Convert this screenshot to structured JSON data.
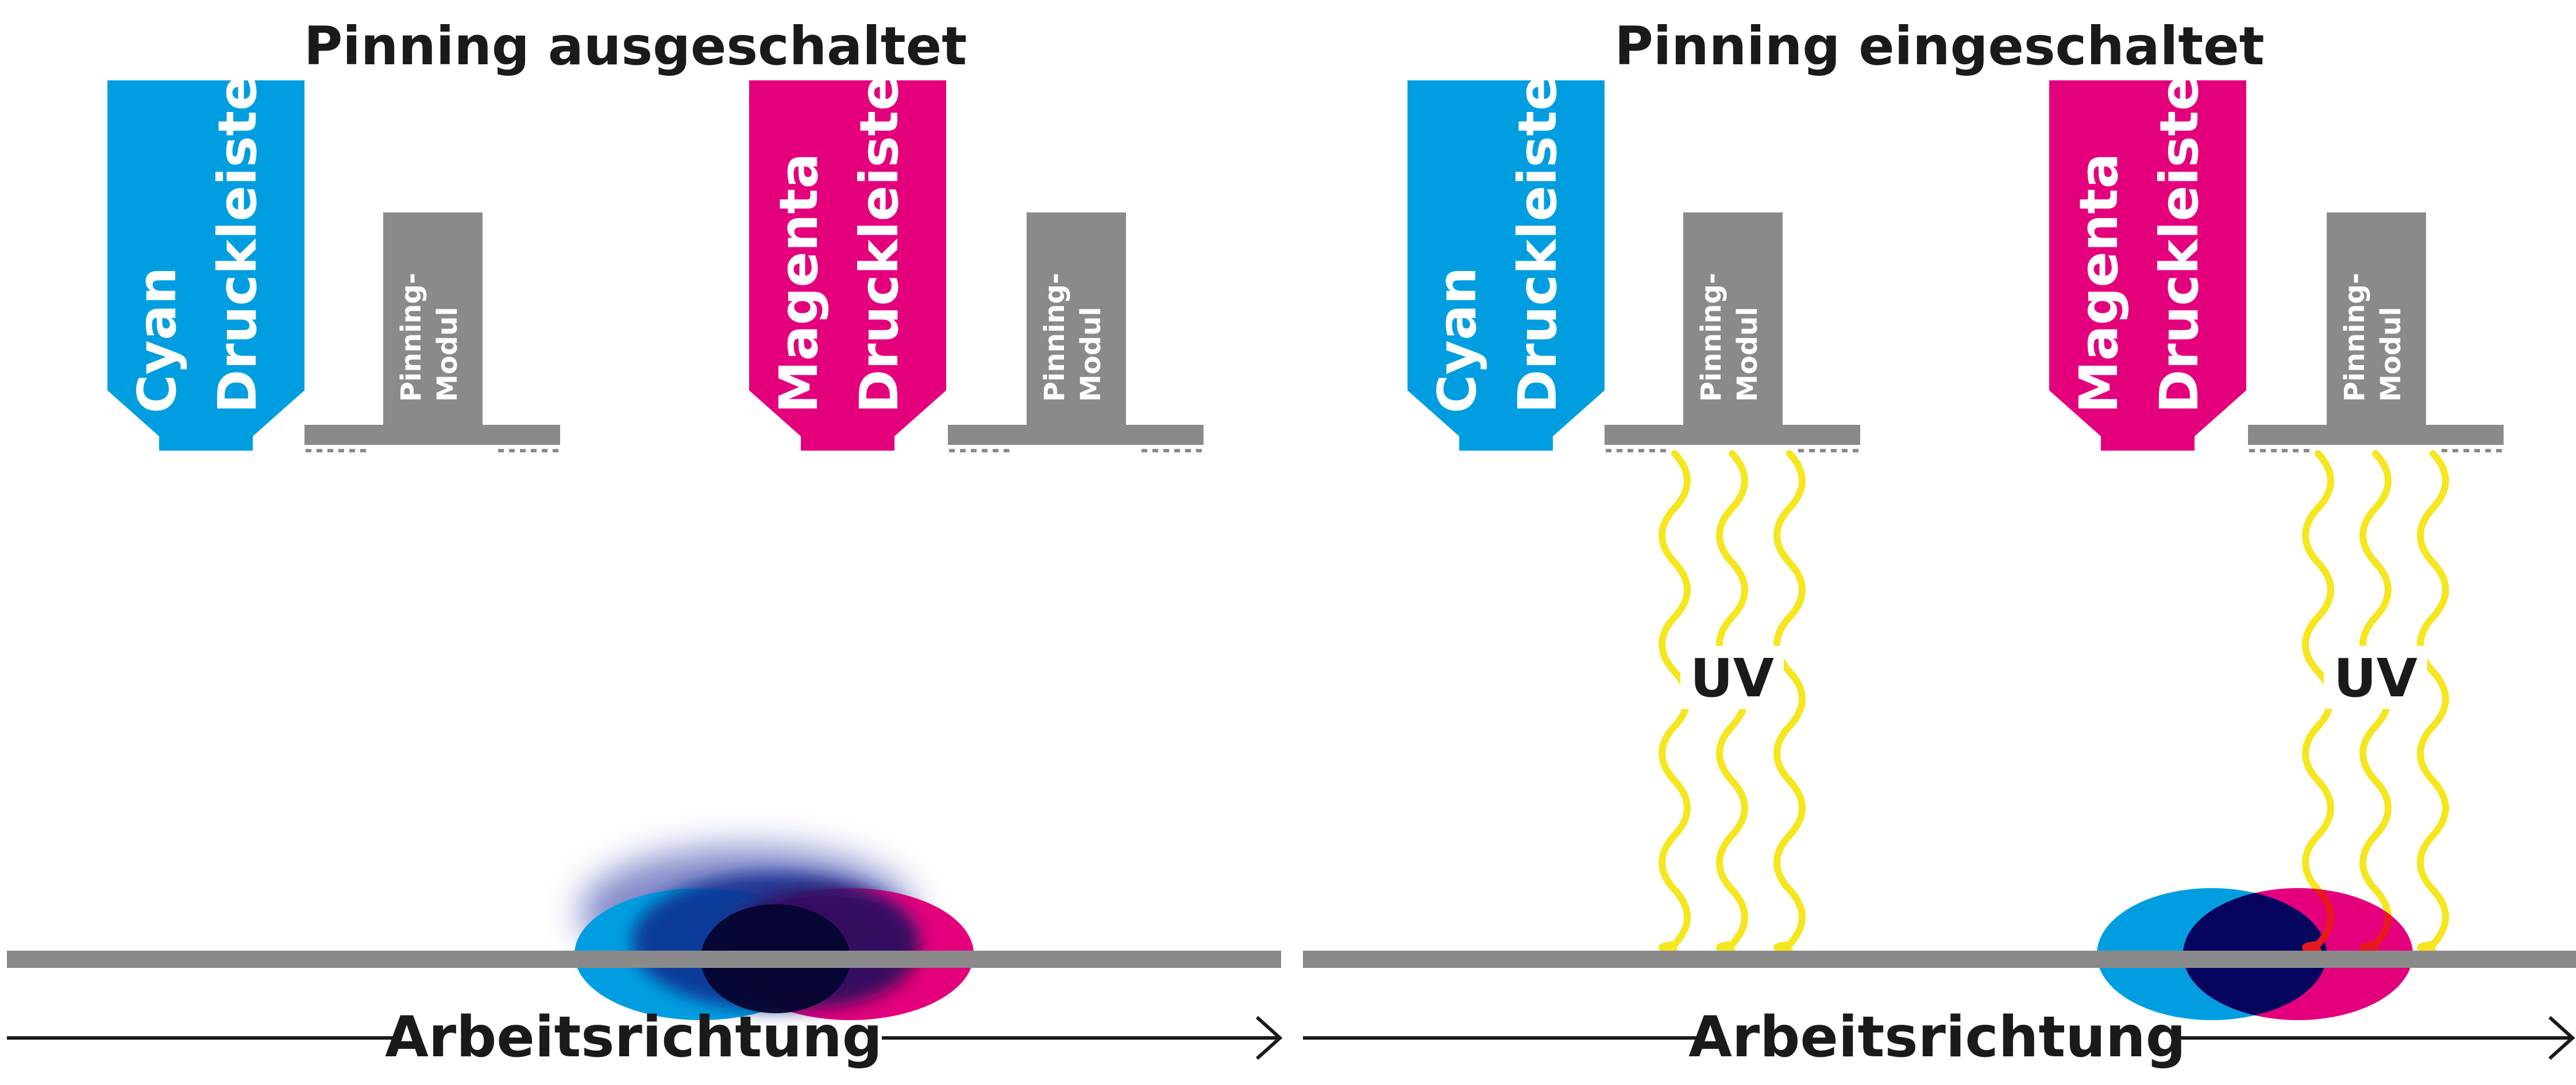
{
  "colors": {
    "cyan": "#009ee0",
    "magenta": "#e4007c",
    "grey": "#8a8a8a",
    "uv_yellow": "#f5e61e",
    "overlap_dark": "#0a0a4a",
    "text": "#1a1a1a"
  },
  "panels": [
    {
      "title": "Pinning ausgeschaltet",
      "cyan_head": [
        "Cyan",
        "Druckleiste"
      ],
      "magenta_head": [
        "Magenta",
        "Druckleiste"
      ],
      "pinning_module": [
        "Pinning-",
        "Modul"
      ],
      "uv_label": "",
      "uv_active": false,
      "direction": "Arbeitsrichtung"
    },
    {
      "title": "Pinning eingeschaltet",
      "cyan_head": [
        "Cyan",
        "Druckleiste"
      ],
      "magenta_head": [
        "Magenta",
        "Druckleiste"
      ],
      "pinning_module": [
        "Pinning-",
        "Modul"
      ],
      "uv_label": "UV",
      "uv_active": true,
      "direction": "Arbeitsrichtung"
    }
  ]
}
